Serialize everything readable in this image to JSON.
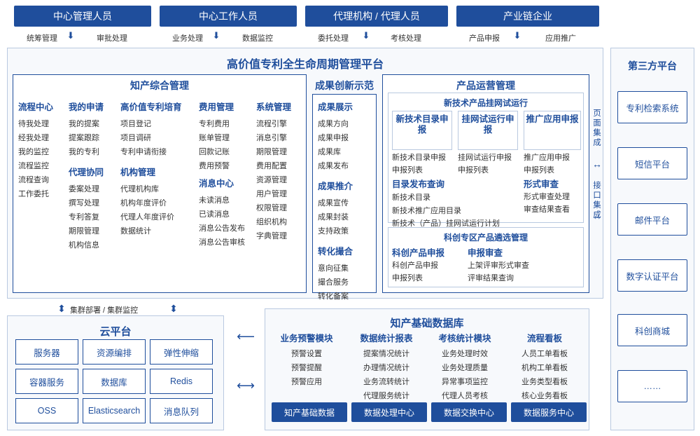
{
  "roles": [
    {
      "label": "中心管理人员",
      "sub": [
        "统筹管理",
        "审批处理"
      ]
    },
    {
      "label": "中心工作人员",
      "sub": [
        "业务处理",
        "数据监控"
      ]
    },
    {
      "label": "代理机构 / 代理人员",
      "sub": [
        "委托处理",
        "考核处理"
      ]
    },
    {
      "label": "产业链企业",
      "sub": [
        "产品申报",
        "应用推广"
      ]
    }
  ],
  "platform": {
    "title": "高价值专利全生命周期管理平台",
    "ip_section": {
      "title": "知产综合管理",
      "columns": [
        {
          "head": "流程中心",
          "items": [
            "待我处理",
            "经我处理",
            "我的监控",
            "流程监控",
            "流程查询",
            "工作委托"
          ]
        },
        {
          "head": "我的申请",
          "items": [
            "我的提案",
            "提案跟踪",
            "我的专利"
          ],
          "head2": "代理协同",
          "items2": [
            "委案处理",
            "撰写处理",
            "专利答复",
            "期限管理",
            "机构信息"
          ]
        },
        {
          "head": "高价值专利培育",
          "items": [
            "项目登记",
            "项目调研",
            "专利申请衔接"
          ],
          "head2": "机构管理",
          "items2": [
            "代理机构库",
            "机构年度评价",
            "代理人年度评价",
            "数据统计"
          ]
        },
        {
          "head": "费用管理",
          "items": [
            "专利费用",
            "账单管理",
            "回款记账",
            "费用预警"
          ],
          "head2": "消息中心",
          "items2": [
            "未读消息",
            "已读消息",
            "消息公告发布",
            "消息公告审核"
          ]
        },
        {
          "head": "系统管理",
          "items": [
            "流程引擎",
            "消息引擎",
            "期限管理",
            "费用配置",
            "资源管理",
            "用户管理",
            "权限管理",
            "组织机构",
            "字典管理"
          ]
        }
      ]
    },
    "achievement_section": {
      "title": "成果创新示范",
      "groups": [
        {
          "head": "成果展示",
          "items": [
            "成果方向",
            "成果申报",
            "成果库",
            "成果发布"
          ]
        },
        {
          "head": "成果推介",
          "items": [
            "成果宣传",
            "成果封装",
            "支持政策"
          ]
        },
        {
          "head": "转化撮合",
          "items": [
            "意向征集",
            "撮合服务",
            "转化备案"
          ]
        }
      ]
    },
    "product_section": {
      "title": "产品运营管理",
      "box1": {
        "head": "新技术产品挂网试运行",
        "groups": [
          {
            "head": "新技术目录申报",
            "items": [
              "新技术目录申报",
              "申报列表"
            ]
          },
          {
            "head": "挂网试运行申报",
            "items": [
              "挂网试运行申报",
              "申报列表"
            ]
          },
          {
            "head": "推广应用申报",
            "items": [
              "推广应用申报",
              "申报列表"
            ]
          },
          {
            "head": "目录发布查询",
            "items": [
              "新技术目录",
              "新技术推广应用目录",
              "新技术（产品）挂网试运行计划"
            ]
          },
          {
            "head": "形式审查",
            "items": [
              "形式审查处理",
              "审查结果查看"
            ]
          }
        ]
      },
      "box2": {
        "head": "科创专区产品遴选管理",
        "groups": [
          {
            "head": "科创产品申报",
            "items": [
              "科创产品申报",
              "申报列表"
            ]
          },
          {
            "head": "申报审查",
            "items": [
              "上架评审形式审查",
              "评审结果查询"
            ]
          }
        ]
      }
    },
    "integration": {
      "top": "页面集成",
      "bottom": "接口集成"
    }
  },
  "third_party": {
    "title": "第三方平台",
    "items": [
      "专利检索系统",
      "短信平台",
      "邮件平台",
      "数字认证平台",
      "科创商城",
      "……"
    ]
  },
  "cloud": {
    "deploy_label": "集群部署 / 集群监控",
    "title": "云平台",
    "cells": [
      "服务器",
      "资源编排",
      "弹性伸缩",
      "容器服务",
      "数据库",
      "Redis",
      "OSS",
      "Elasticsearch",
      "消息队列"
    ]
  },
  "database": {
    "title": "知产基础数据库",
    "columns": [
      {
        "head": "业务预警模块",
        "items": [
          "预警设置",
          "预警提醒",
          "预警应用"
        ]
      },
      {
        "head": "数据统计报表",
        "items": [
          "提案情况统计",
          "办理情况统计",
          "业务流转统计",
          "代理服务统计"
        ]
      },
      {
        "head": "考核统计模块",
        "items": [
          "业务处理时效",
          "业务处理质量",
          "异常事项监控",
          "代理人员考核"
        ]
      },
      {
        "head": "流程看板",
        "items": [
          "人员工单看板",
          "机构工单看板",
          "业务类型看板",
          "核心业务看板"
        ]
      }
    ],
    "footer": [
      "知产基础数据",
      "数据处理中心",
      "数据交换中心",
      "数据服务中心"
    ]
  }
}
